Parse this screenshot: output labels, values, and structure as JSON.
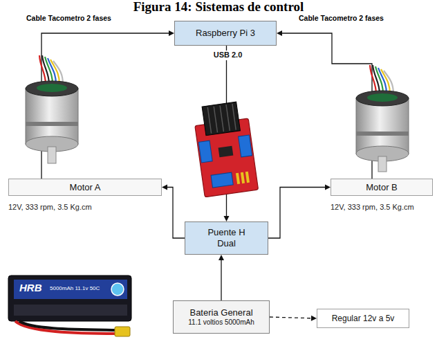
{
  "diagram": {
    "title": "Figura 14: Sistemas de control",
    "nodes": [
      {
        "text": [
          "Raspberry Pi 3"
        ]
      },
      {
        "text": [
          "Motor A"
        ]
      },
      {
        "text": [
          "Motor B"
        ]
      },
      {
        "text": [
          "Puente H Dual"
        ]
      },
      {
        "text": [
          "Bateria General",
          "11.1 voltios 5000mAh"
        ]
      },
      {
        "text": [
          "Regular 12v a 5v"
        ]
      }
    ],
    "edges": [
      {
        "from": 1,
        "to": 0,
        "arrow": "to"
      },
      {
        "from": 2,
        "to": 0,
        "arrow": "to"
      },
      {
        "from": 0,
        "to": 3,
        "label": "USB 2.0",
        "arrow": "to"
      },
      {
        "from": 3,
        "to": 1,
        "arrow": "to"
      },
      {
        "from": 3,
        "to": 2,
        "arrow": "to"
      },
      {
        "from": 4,
        "to": 3,
        "arrow": "to"
      },
      {
        "from": 4,
        "to": 5,
        "arrow": "to"
      }
    ],
    "labels": [
      "Cable Tacometro 2 fases",
      "Cable Tacometro 2 fases",
      "12V, 333 rpm, 3.5 Kg.cm",
      "12V, 333 rpm, 3.5 Kg.cm",
      "HRB",
      "5000mAh 11.1v 50C"
    ]
  }
}
